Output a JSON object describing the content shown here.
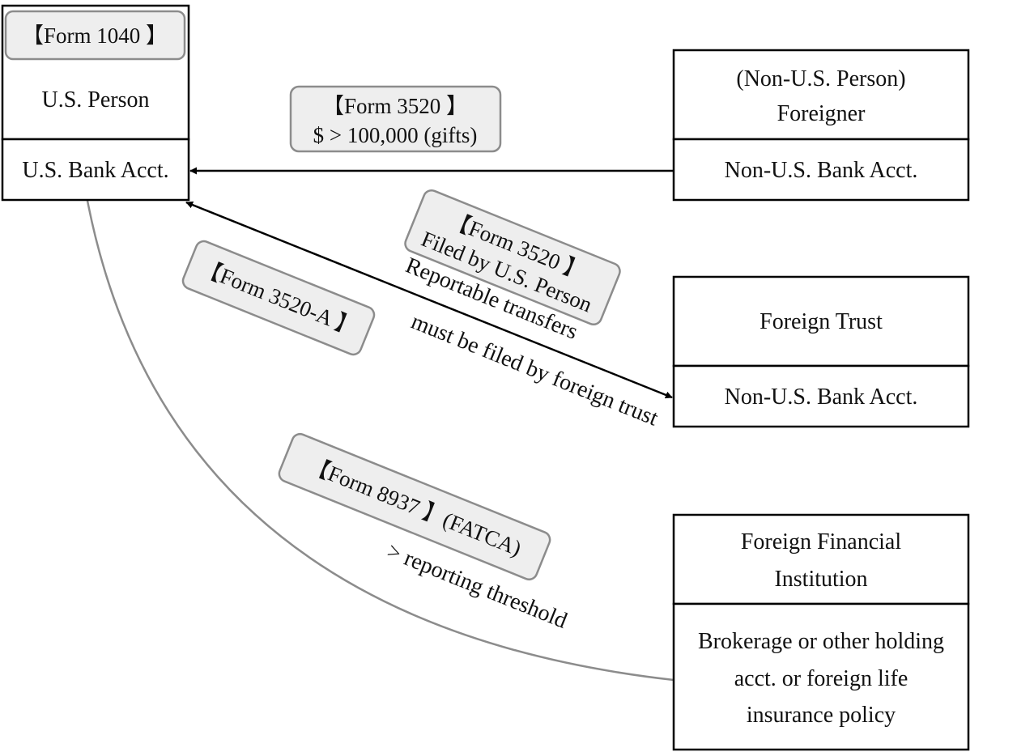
{
  "nodes": {
    "us_person": {
      "form_tag": "【Form 1040 】",
      "title": "U.S. Person",
      "account": "U.S. Bank Acct."
    },
    "foreigner": {
      "title_line1": "(Non-U.S. Person)",
      "title_line2": "Foreigner",
      "account": "Non-U.S. Bank Acct."
    },
    "foreign_trust": {
      "title": "Foreign Trust",
      "account": "Non-U.S. Bank Acct."
    },
    "ffi": {
      "title_line1": "Foreign Financial",
      "title_line2": "Institution",
      "account_line1": "Brokerage or other holding",
      "account_line2": "acct. or foreign life",
      "account_line3": "insurance policy"
    }
  },
  "edges": {
    "gift": {
      "tag_line1": "【Form 3520 】",
      "tag_line2": "$ > 100,000 (gifts)"
    },
    "trust_transfer": {
      "tag_line1": "【Form 3520 】",
      "tag_line2": "Filed by U.S. Person",
      "label": "Reportable transfers"
    },
    "trust_return": {
      "tag": "【Form 3520-A 】",
      "label": "must be filed by foreign trust"
    },
    "fatca": {
      "tag": "【Form 8937 】(FATCA)",
      "label": "> reporting threshold"
    }
  },
  "colors": {
    "box_border": "#000000",
    "tag_fill": "#eeeeee",
    "tag_border": "#8c8c8c",
    "arrow": "#000000",
    "curve": "#8c8c8c"
  }
}
